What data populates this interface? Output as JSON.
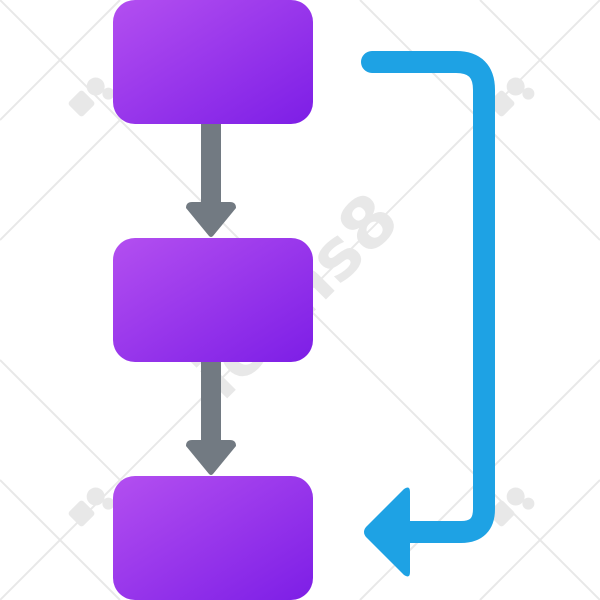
{
  "icon": {
    "name": "workflow-loop-icon",
    "colors": {
      "box_gradient_start": "#b34ff0",
      "box_gradient_end": "#7d1ee6",
      "connector": "#727a82",
      "loop_arrow": "#1ea2e4",
      "watermark": "#d7d7d7"
    },
    "boxes": [
      {
        "id": "step-1"
      },
      {
        "id": "step-2"
      },
      {
        "id": "step-3"
      }
    ]
  },
  "watermark": {
    "text": "icons8"
  }
}
